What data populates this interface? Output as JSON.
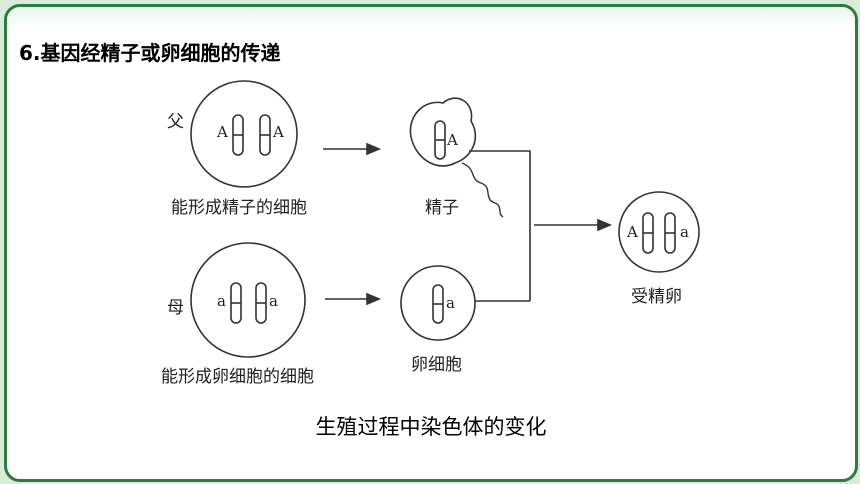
{
  "title": "6.基因经精子或卵细胞的传递",
  "labels": {
    "father": "父",
    "mother": "母",
    "sperm_producing_cell": "能形成精子的细胞",
    "egg_producing_cell": "能形成卵细胞的细胞",
    "sperm": "精子",
    "egg": "卵细胞",
    "zygote": "受精卵"
  },
  "alleles": {
    "father_left": "A",
    "father_right": "A",
    "mother_left": "a",
    "mother_right": "a",
    "sperm": "A",
    "egg": "a",
    "zygote_left": "A",
    "zygote_right": "a"
  },
  "caption": "生殖过程中染色体的变化"
}
